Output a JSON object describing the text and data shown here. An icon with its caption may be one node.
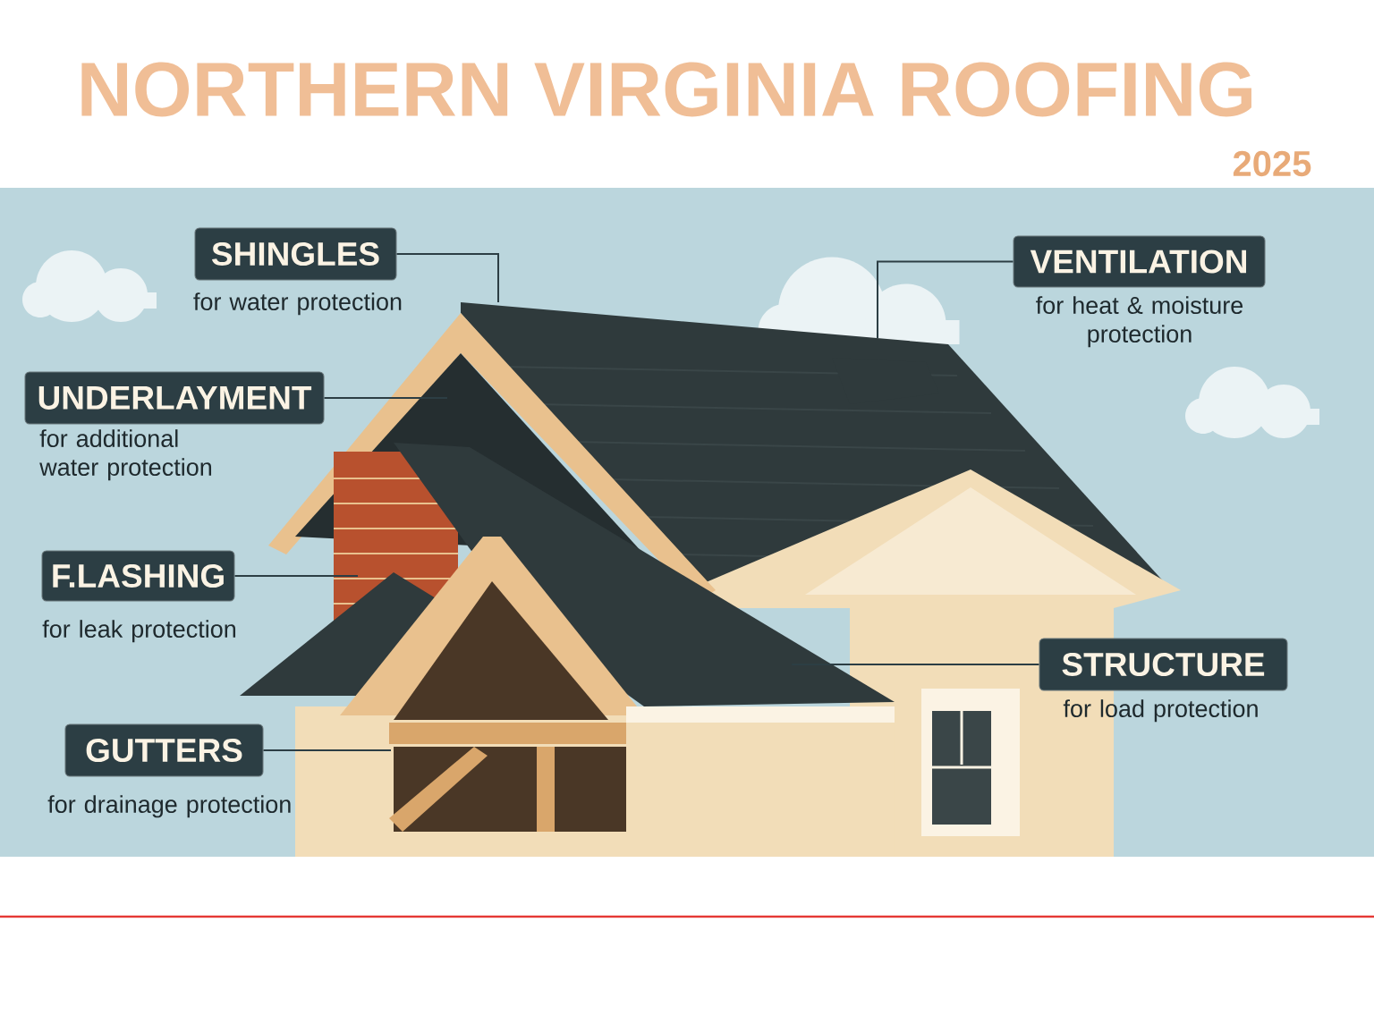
{
  "diagram": {
    "title": "NORTHERN VIRGINIA ROOFING",
    "nodes": [
      {
        "text": [
          "SHINGLES",
          "for water protection"
        ]
      },
      {
        "text": [
          "VENTILATION",
          "for heat & moisture protection"
        ]
      },
      {
        "text": [
          "UNDERLAYMENT",
          "for additional water protection"
        ]
      },
      {
        "text": [
          "F.LASHING",
          "for leak protection"
        ]
      },
      {
        "text": [
          "STRUCTURE",
          "for load protection"
        ]
      },
      {
        "text": [
          "GUTTERS",
          "for drainage protection"
        ]
      }
    ],
    "edges": [
      {
        "from": 0,
        "to": null,
        "arrow": "none"
      },
      {
        "from": 1,
        "to": null,
        "arrow": "none"
      },
      {
        "from": 2,
        "to": null,
        "arrow": "none"
      },
      {
        "from": 3,
        "to": null,
        "arrow": "none"
      },
      {
        "from": 4,
        "to": null,
        "arrow": "none"
      },
      {
        "from": 5,
        "to": null,
        "arrow": "none"
      }
    ],
    "labels": [
      "2025"
    ]
  }
}
